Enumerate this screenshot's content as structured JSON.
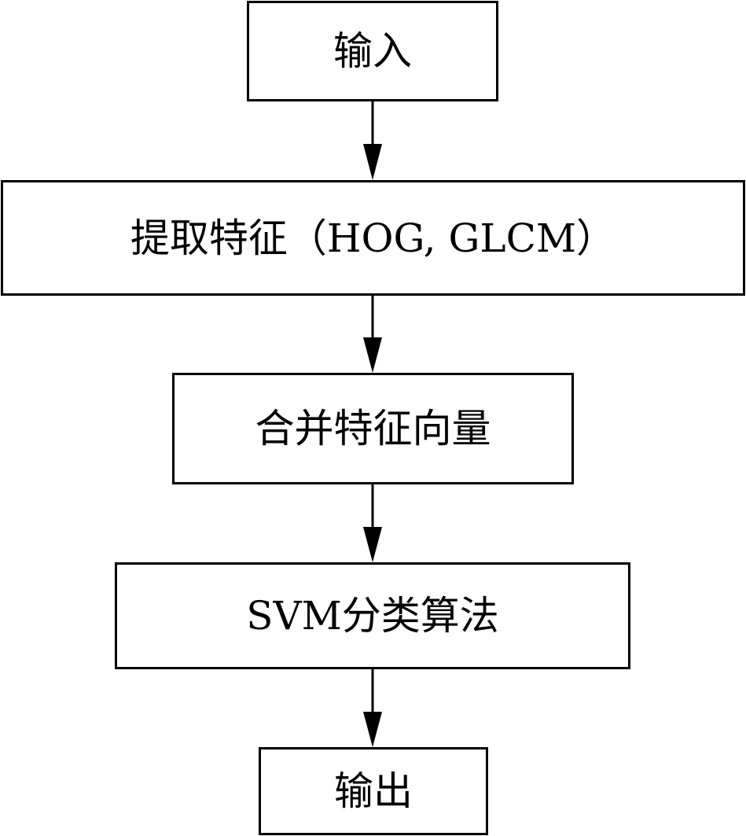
{
  "nodes": {
    "input": "输入",
    "extract": "提取特征（HOG, GLCM）",
    "merge": "合并特征向量",
    "svm": "SVM分类算法",
    "output": "输出"
  },
  "edges": [
    {
      "from": "input",
      "to": "extract"
    },
    {
      "from": "extract",
      "to": "merge"
    },
    {
      "from": "merge",
      "to": "svm"
    },
    {
      "from": "svm",
      "to": "output"
    }
  ],
  "colors": {
    "stroke": "#000000",
    "background": "#ffffff"
  }
}
